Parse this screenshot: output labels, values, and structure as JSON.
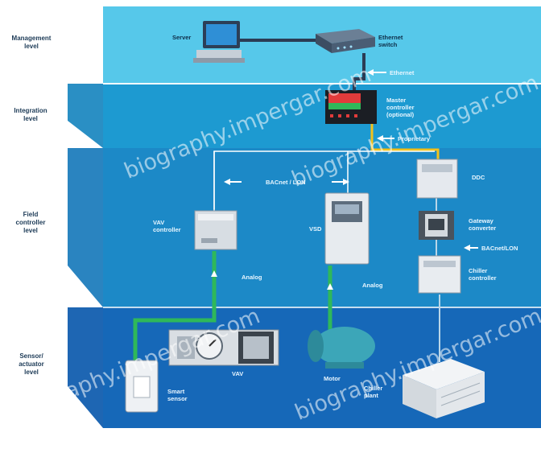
{
  "levels": {
    "management": "Management level",
    "integration": "Integration level",
    "field": "Field controller level",
    "sensor": "Sensor/ actuator level"
  },
  "devices": {
    "server": "Server",
    "ethernet_switch": "Ethernet switch",
    "ethernet_link": "Ethernet",
    "master_controller": "Master controller (optional)",
    "proprietary": "Proprietary",
    "ddc": "DDC",
    "bacnet_lon": "BACnet / LON",
    "vav_controller": "VAV controller",
    "vsd": "VSD",
    "analog_1": "Analog",
    "analog_2": "Analog",
    "gateway_converter": "Gateway converter",
    "bacnet_lon_2": "BACnet/LON",
    "chiller_controller": "Chiller controller",
    "vav": "VAV",
    "smart_sensor": "Smart sensor",
    "motor": "Motor",
    "chiller_plant": "Chiller plant"
  },
  "watermark": "biography.impergar.com",
  "colors": {
    "management_band": "#4cc3e8",
    "integration_band": "#1b95cd",
    "field_band": "#1a84c4",
    "sensor_band": "#1563b5",
    "green_link": "#2fb85a",
    "yellow_link": "#f2c21c"
  }
}
